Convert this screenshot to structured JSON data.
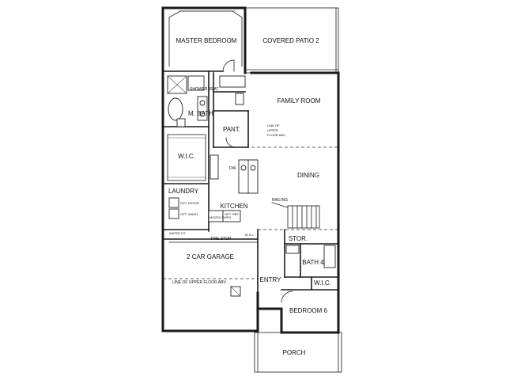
{
  "labels": {
    "master_bedroom": "MASTER BEDROOM",
    "covered_patio": "COVERED PATIO 2",
    "shower_seat": "SHOWER SEAT",
    "family_room": "FAMILY ROOM",
    "m_bath": "M. BATH",
    "pant": "PANT.",
    "line_upper_floor_1": "LINE OF",
    "line_upper_floor_2": "UPPER",
    "line_upper_floor_3": "FLOOR ABV.",
    "wic": "W.I.C.",
    "dw": "DW.",
    "dining": "DINING",
    "laundry": "LAUNDRY",
    "railing": "RAILING",
    "opt_dryer": "OPT. DRYER",
    "opt_wash": "OPT. WASH",
    "kitchen": "KITCHEN",
    "micro_oven": "MICRO/ OVEN",
    "opt_ref": "OPT. REF.",
    "water_ht": "WATER HT.",
    "tire_stop": "TIRE STOP",
    "wsl": "W.S.L.",
    "stor": "STOR.",
    "garage": "2 CAR GARAGE",
    "bath4": "BATH 4",
    "line_upper_garage": "LINE OF UPPER FLOOR ABV.",
    "entry": "ENTRY",
    "wic2": "W.I.C.",
    "bedroom6": "BEDROOM 6",
    "porch": "PORCH"
  }
}
